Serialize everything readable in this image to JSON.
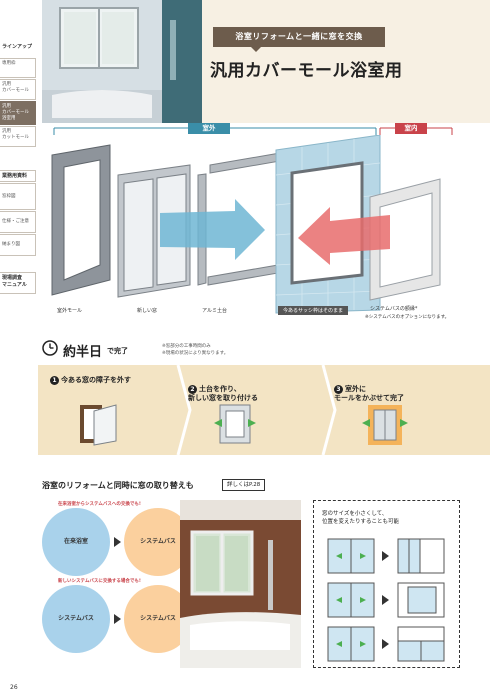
{
  "sidebar": {
    "lineup": "ラインアップ",
    "items": [
      "専用枠",
      "汎用\nカバーモール",
      "汎用\nカバーモール\n浴室用",
      "汎用\nカットモール"
    ],
    "active_index": 2,
    "business_heading": "業務用資料",
    "business_items": [
      "窓枠図",
      "仕様・ご注意",
      "納まり図"
    ],
    "manual_heading": "現場調査\nマニュアル"
  },
  "header": {
    "lead": "浴室リフォームと一緒に窓を交換",
    "title": "汎用カバーモール浴室用"
  },
  "diagram": {
    "exterior_label": "室外",
    "interior_label": "室内",
    "captions": {
      "exterior_mold": "室外モール",
      "new_window": "新しい窓",
      "aluminum_sill": "アルミ土台",
      "existing_frame": "今あるサッシ枠はそのまま",
      "system_bath_frame": "システムバスの額縁*",
      "system_bath_note": "※システムバスのオプションになります。"
    }
  },
  "half_day": {
    "main": "約半日",
    "suffix": "で完了",
    "notes": [
      "※窓部分の工事時間のみ",
      "※現場の状況により異なります。"
    ]
  },
  "steps": [
    {
      "num": "1",
      "text": "今ある窓の障子を外す"
    },
    {
      "num": "2",
      "text": "土台を作り、\n新しい窓を取り付ける"
    },
    {
      "num": "3",
      "text": "室外に\nモールをかぶせて完了"
    }
  ],
  "renovation": {
    "title": "浴室のリフォームと同時に窓の取り替えも",
    "detail_tag": "詳しくはP.28",
    "case1_label": "在来浴室からシステムバスへの交換でも!",
    "case1_from": "在来浴室",
    "case1_to": "システムバス",
    "case2_label": "新しいシステムバスに交換する場合でも!",
    "case2_from": "システムバス",
    "case2_to": "システムバス",
    "resize_text": "窓のサイズを小さくして、\n位置を変えたりすることも可能"
  },
  "page_number": "26",
  "colors": {
    "brown": "#6d5c4c",
    "teal": "#3a8ea8",
    "red": "#c9434a",
    "step_bg": "#f3e4c4",
    "header_bg": "#f7f0e3"
  }
}
